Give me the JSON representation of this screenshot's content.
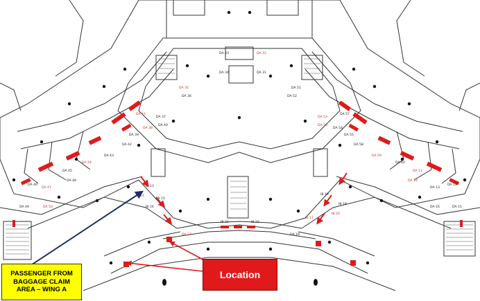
{
  "map": {
    "gate_labels": [
      "DA 33",
      "DA 32",
      "DA 30",
      "DA 31",
      "DA 35",
      "DA 36",
      "DA 37",
      "DA 38",
      "DA 39",
      "DA 40",
      "DA 41",
      "DA 42",
      "DA 43",
      "DA 44",
      "DA 45",
      "DA 46",
      "DA 47",
      "DA 48",
      "DA 49",
      "DA 50",
      "DA 51",
      "DA 52",
      "DA 53",
      "DA 54",
      "DA 55",
      "DA 56",
      "DA 57",
      "DA 58",
      "DA 59",
      "DA 60",
      "IB 13",
      "IB 14",
      "IB 15",
      "IB 16",
      "IB 17",
      "IB 18",
      "IB 19",
      "IB 20",
      "IB 21",
      "IB 22",
      "DA 11",
      "DA 12",
      "DA 13",
      "DA 14",
      "DA 15",
      "DA 16",
      "DA 17",
      "DA 18"
    ]
  },
  "callouts": {
    "location": "Location",
    "passenger_lines": [
      "PASSENGER FROM",
      "BAGGAGE CLAIM",
      "AREA – WING A"
    ]
  },
  "colors": {
    "highlight_red": "#e01a1a",
    "route_arrow": "#1f2d6b",
    "callout_yellow": "#ffff00",
    "line": "#333333"
  }
}
